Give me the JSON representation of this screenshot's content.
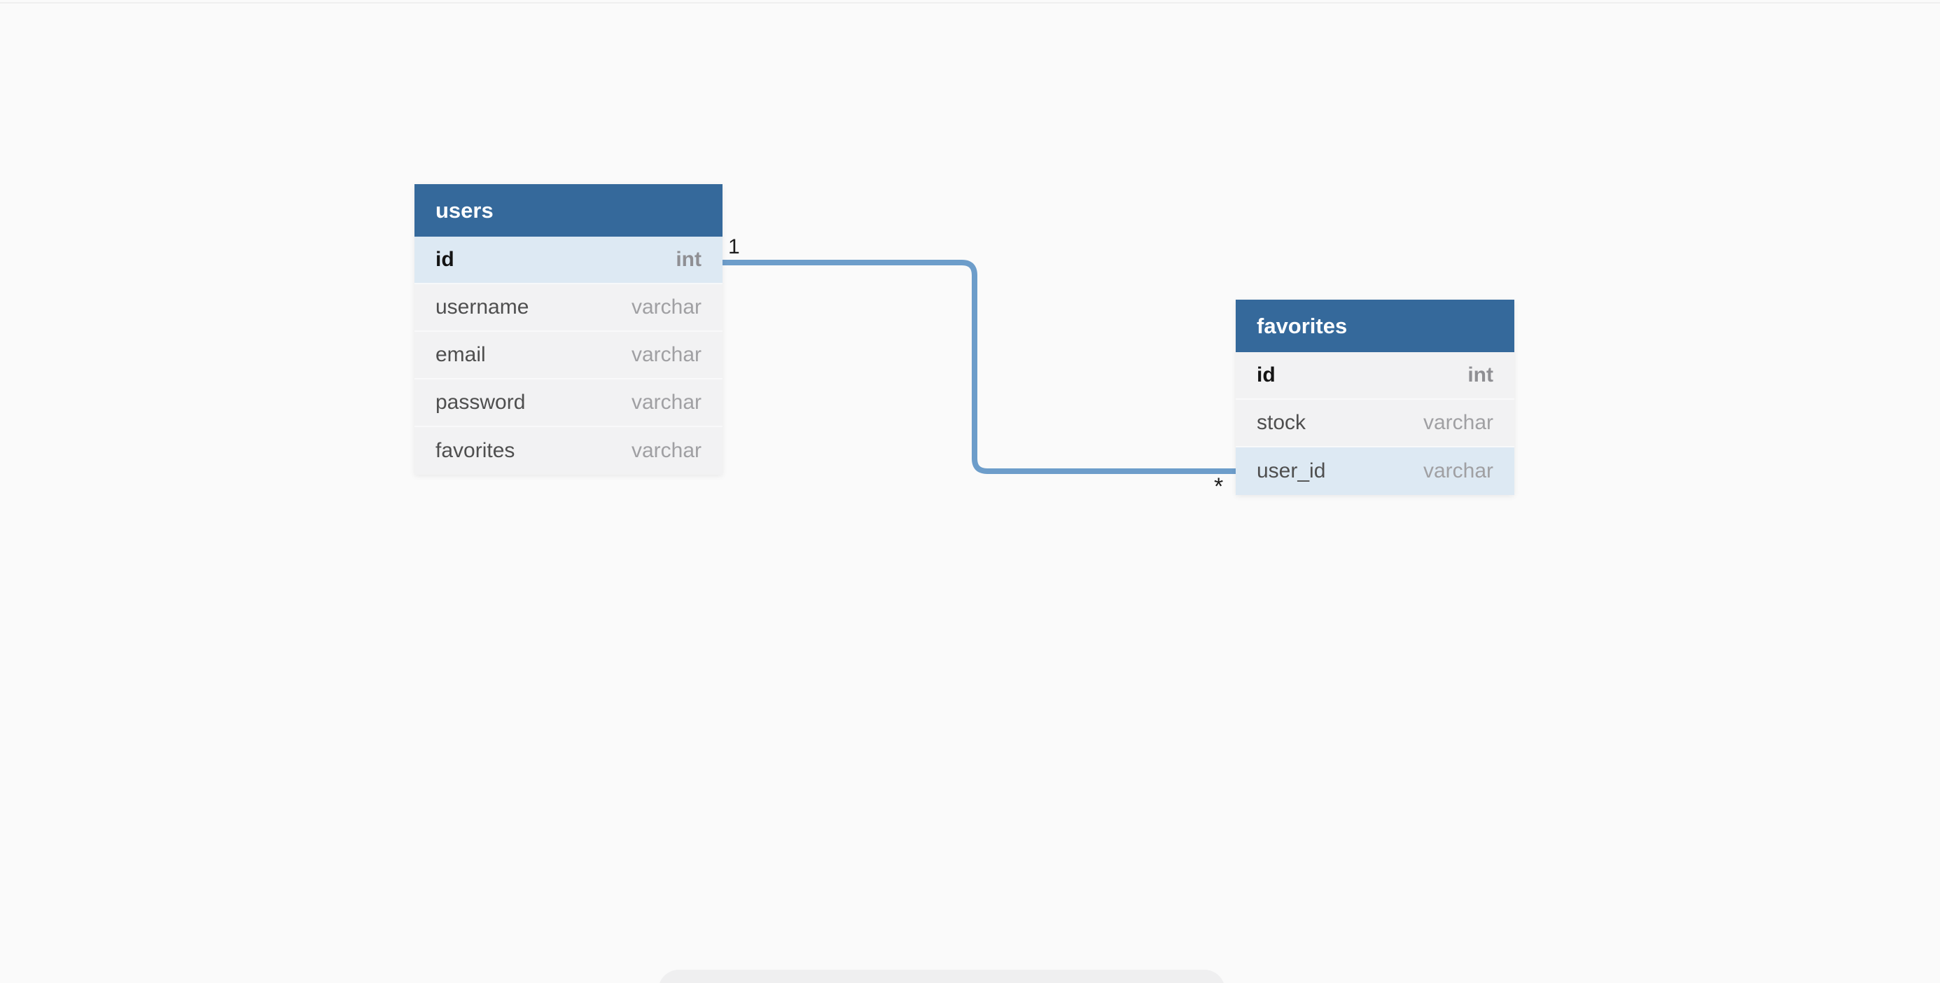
{
  "canvas": {
    "background_color": "#fafafa"
  },
  "diagram": {
    "tables": [
      {
        "name": "users",
        "header_color": "#35699b",
        "fields": [
          {
            "name": "id",
            "type": "int",
            "primary": true,
            "highlighted": true
          },
          {
            "name": "username",
            "type": "varchar",
            "primary": false,
            "highlighted": false
          },
          {
            "name": "email",
            "type": "varchar",
            "primary": false,
            "highlighted": false
          },
          {
            "name": "password",
            "type": "varchar",
            "primary": false,
            "highlighted": false
          },
          {
            "name": "favorites",
            "type": "varchar",
            "primary": false,
            "highlighted": false
          }
        ]
      },
      {
        "name": "favorites",
        "header_color": "#35699b",
        "fields": [
          {
            "name": "id",
            "type": "int",
            "primary": true,
            "highlighted": false
          },
          {
            "name": "stock",
            "type": "varchar",
            "primary": false,
            "highlighted": false
          },
          {
            "name": "user_id",
            "type": "varchar",
            "primary": false,
            "highlighted": true
          }
        ]
      }
    ],
    "relationship": {
      "from": "users.id",
      "to": "favorites.user_id",
      "cardinality_from": "1",
      "cardinality_to": "*",
      "line_color": "#6d9dca"
    },
    "colors": {
      "highlight_row": "#dde9f3",
      "normal_row": "#f2f2f3",
      "header": "#35699b",
      "canvas": "#fafafa"
    }
  }
}
